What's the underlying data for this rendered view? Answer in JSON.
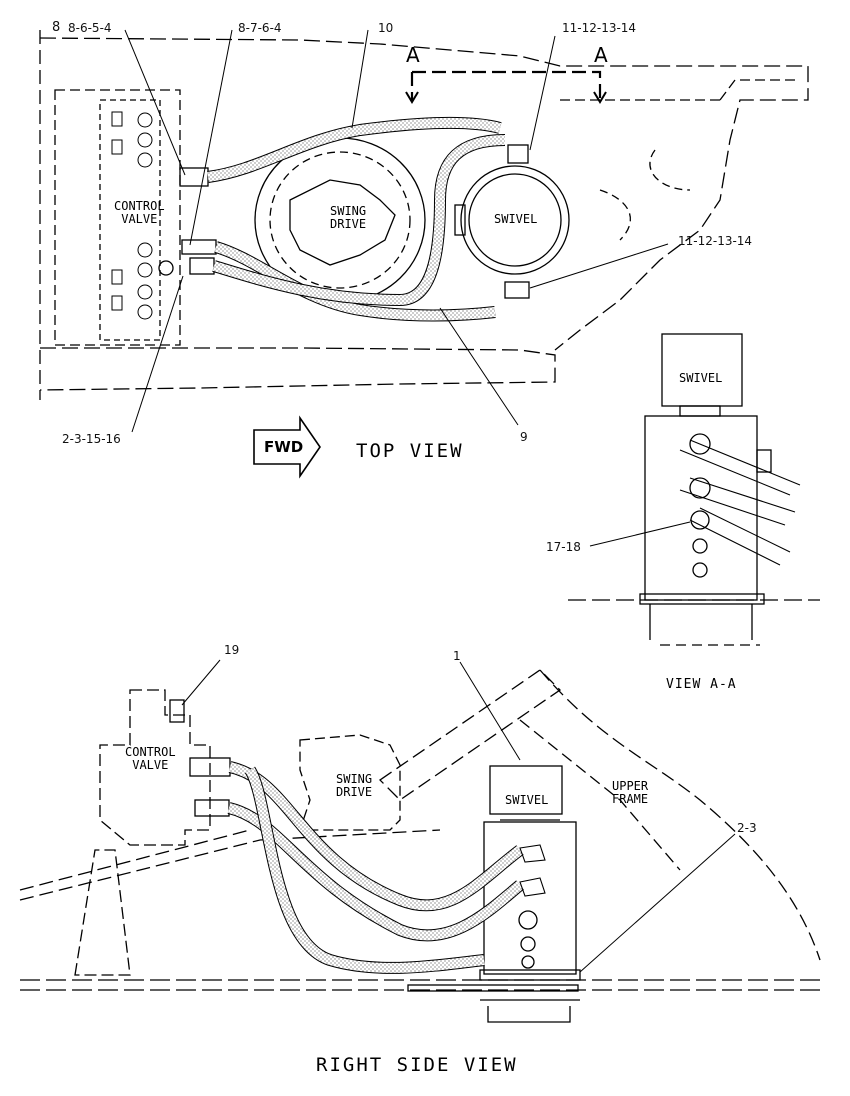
{
  "callouts": {
    "c_8": "8",
    "c_8654": "8-6-5-4",
    "c_8764": "8-7-6-4",
    "c_10": "10",
    "c_11_top": "11-12-13-14",
    "c_11_mid": "11-12-13-14",
    "c_231516": "2-3-15-16",
    "c_9": "9",
    "c_1718": "17-18",
    "c_19": "19",
    "c_1": "1",
    "c_23": "2-3"
  },
  "section_marks": {
    "a_left": "A",
    "a_right": "A"
  },
  "component_labels": {
    "control_valve_top": "CONTROL\nVALVE",
    "swing_drive_top": "SWING\nDRIVE",
    "swivel_top": "SWIVEL",
    "swivel_section": "SWIVEL",
    "control_valve_side": "CONTROL\nVALVE",
    "swing_drive_side": "SWING\nDRIVE",
    "swivel_side": "SWIVEL",
    "upper_frame_side": "UPPER\nFRAME"
  },
  "fwd_badge": "FWD",
  "view_captions": {
    "top_view": "TOP VIEW",
    "section_view": "VIEW A-A",
    "right_side_view": "RIGHT SIDE VIEW"
  },
  "icons": {
    "forward_arrow": "fwd-arrow-icon"
  },
  "colors": {
    "line": "#000000",
    "background": "#ffffff",
    "hose_fill": "#f2f2f2"
  }
}
